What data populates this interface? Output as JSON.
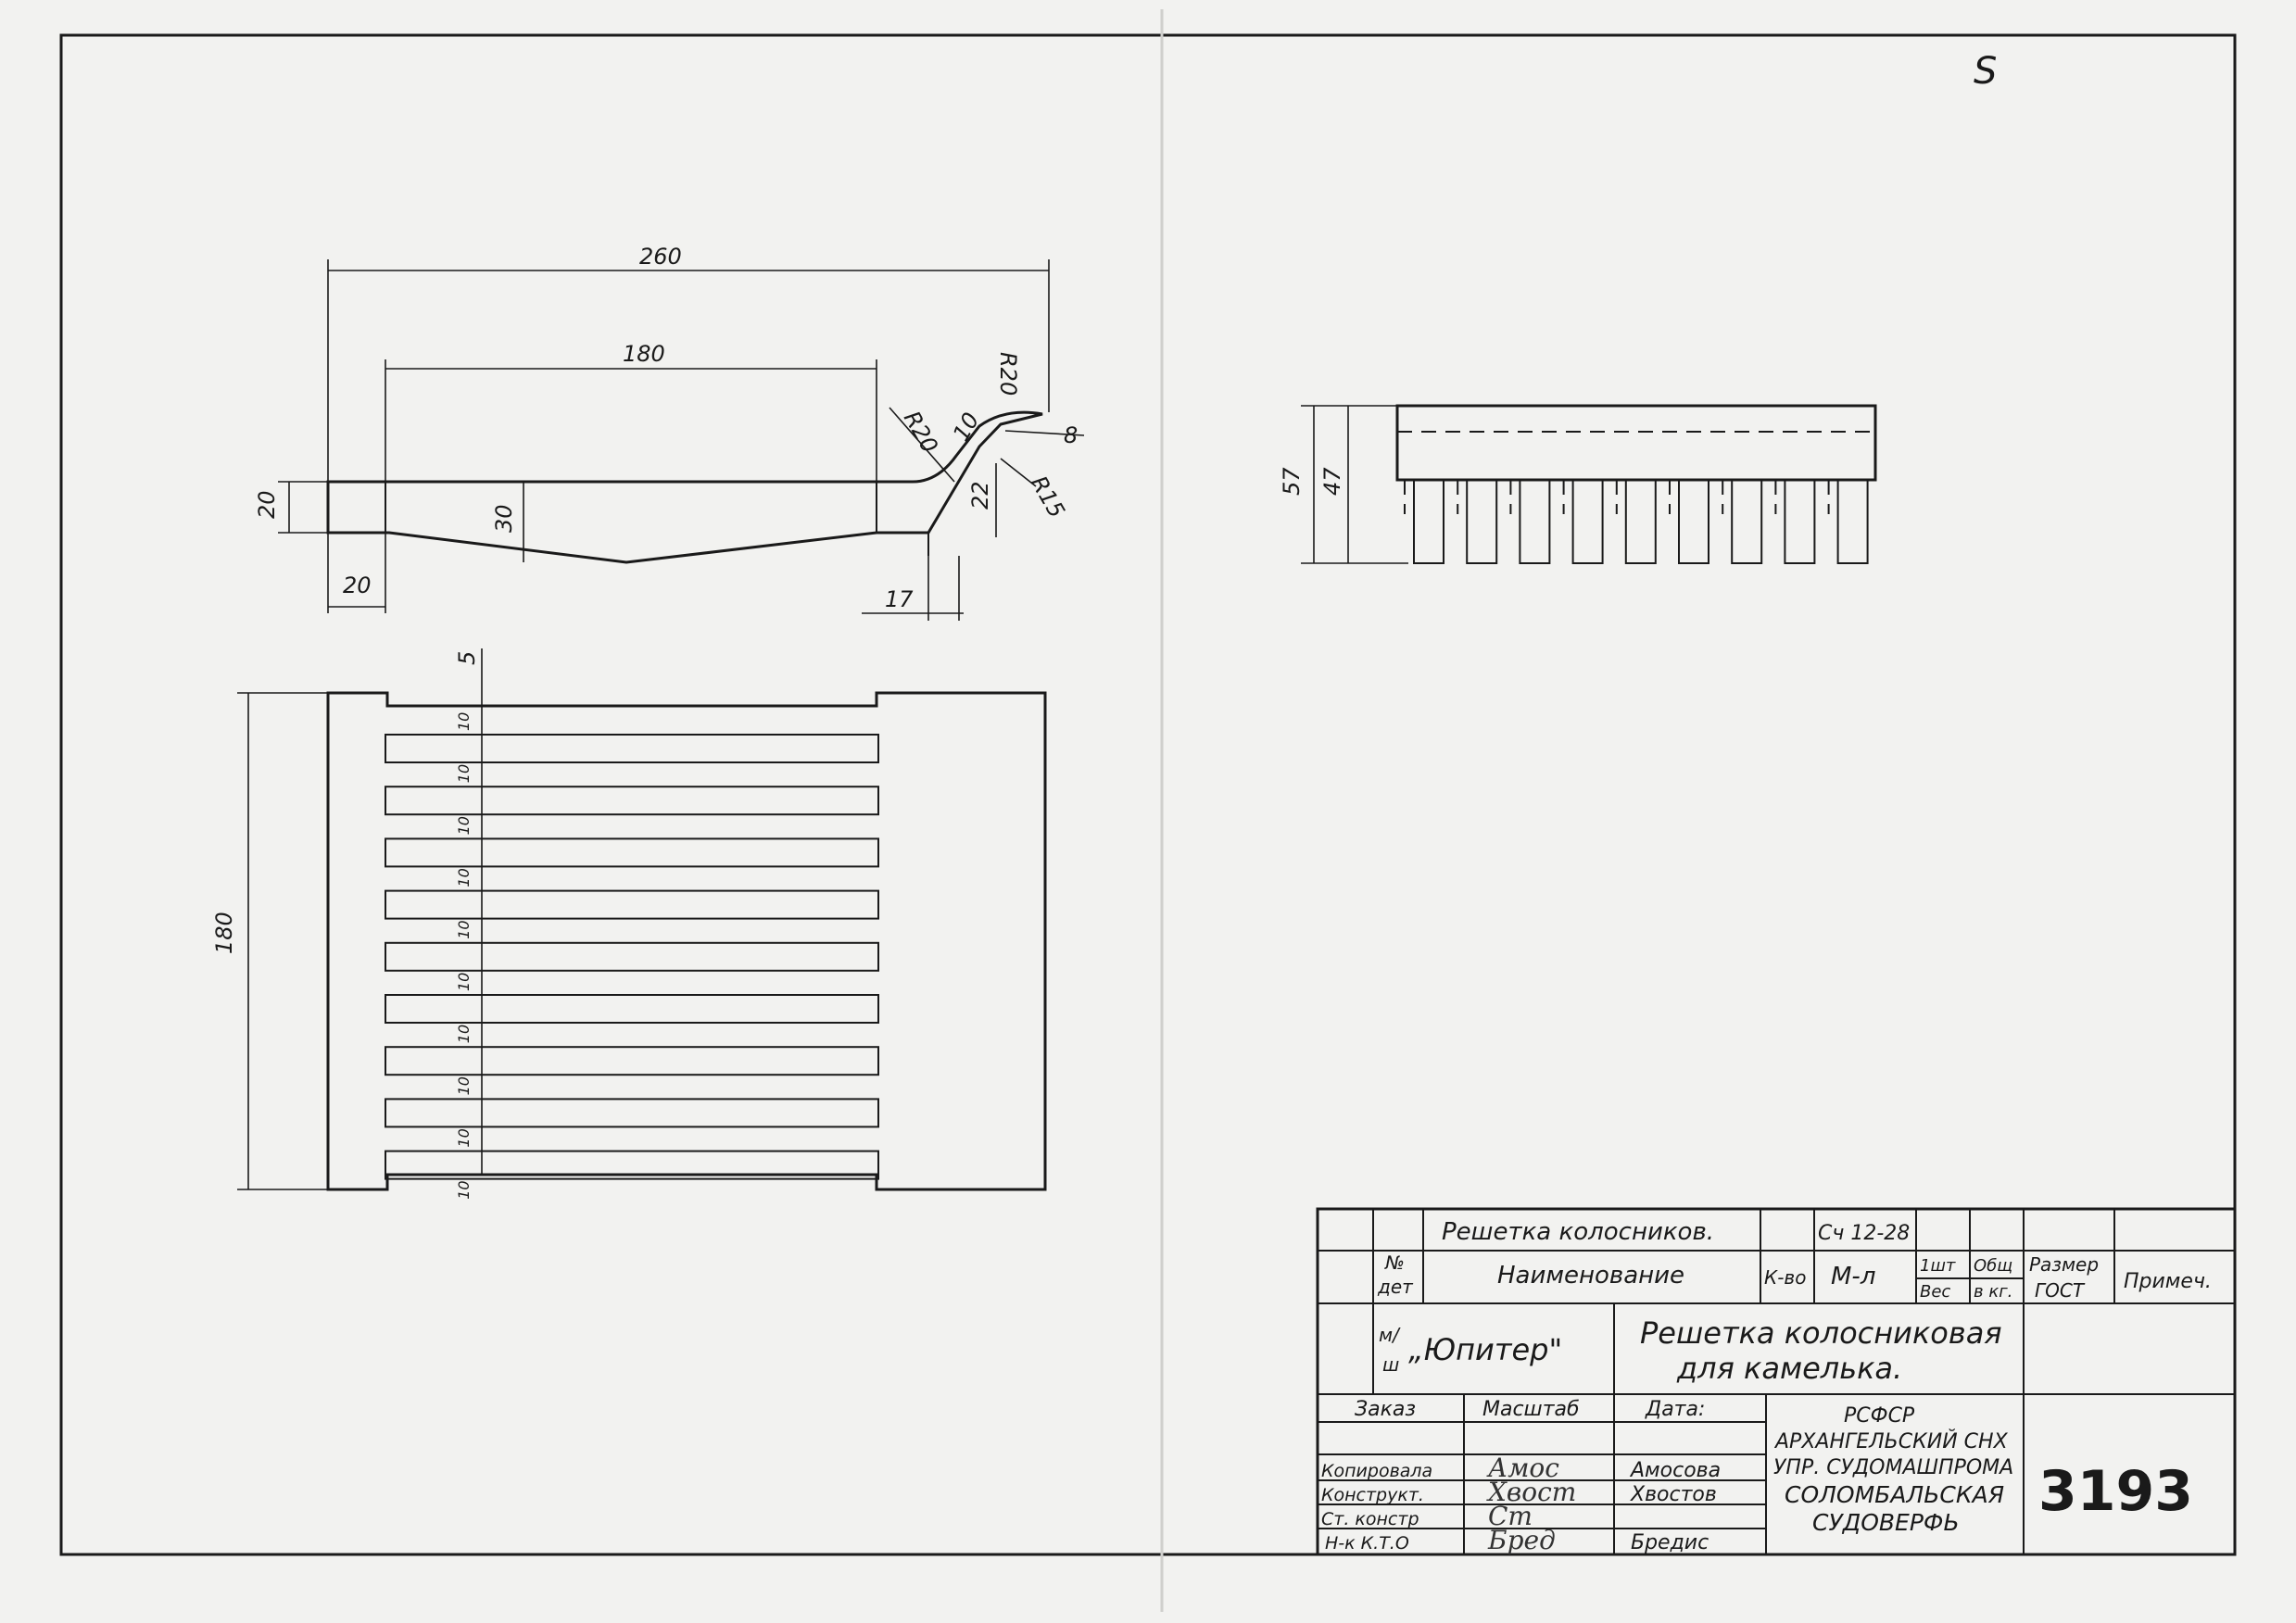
{
  "corner_mark": "S",
  "dims": {
    "d260": "260",
    "d180_top": "180",
    "d20_left": "20",
    "d20_bottom": "20",
    "d30": "30",
    "d17": "17",
    "d22": "22",
    "d10": "10",
    "d8": "8",
    "r20_a": "R20",
    "r20_b": "R20",
    "r15": "R15",
    "d57": "57",
    "d47": "47",
    "d5": "5",
    "d180_side": "180",
    "gap": "10"
  },
  "title_block": {
    "part_name": "Решетка колосников.",
    "material": "Сч 12-28",
    "hdr_no": "№",
    "hdr_det": "дет",
    "hdr_name": "Наименование",
    "hdr_qty": "К-во",
    "hdr_mat": "М-л",
    "hdr_w1_top": "1шт",
    "hdr_w1_bot": "Вес",
    "hdr_w2_top": "Общ",
    "hdr_w2_bot": "в кг.",
    "hdr_size_top": "Размер",
    "hdr_size_bot": "ГОСТ",
    "hdr_note": "Примеч.",
    "ship_prefix_top": "м/",
    "ship_prefix_bot": "ш",
    "ship_name": "„Юпитер\"",
    "title_line1": "Решетка колосниковая",
    "title_line2": "для камелька.",
    "order": "Заказ",
    "scale": "Масштаб",
    "date": "Дата:",
    "role_copied": "Копировала",
    "role_designer": "Конструкт.",
    "role_senior": "Ст. констр",
    "role_head": "Н-к К.Т.О",
    "name_copied": "Амосова",
    "name_designer": "Хвостов",
    "name_head": "Бредис",
    "sig_copied": "Амос",
    "sig_designer": "Хвост",
    "sig_senior": "Ст",
    "sig_head": "Бред",
    "org_line1": "РСФСР",
    "org_line2": "АРХАНГЕЛЬСКИЙ СНХ",
    "org_line3": "УПР. СУДОМАШПРОМА",
    "org_line4": "СОЛОМБАЛЬСКАЯ",
    "org_line5": "СУДОВЕРФЬ",
    "drawing_number": "3193"
  }
}
